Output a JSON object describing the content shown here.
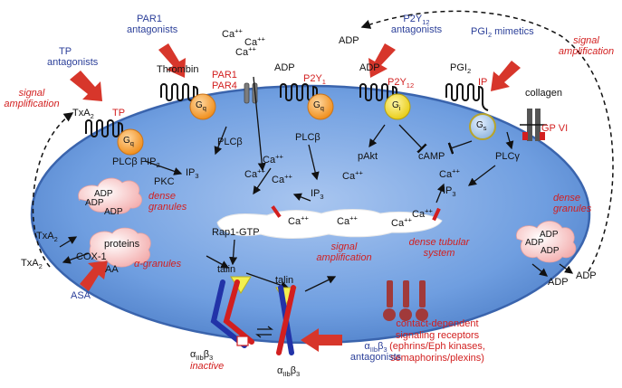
{
  "colors": {
    "cell": "#6a98dc",
    "cell_edge": "#3a64ad",
    "red_text": "#d21f1f",
    "blue_text": "#2b3f99",
    "arrow_red": "#d7362b",
    "gq": "#f5a23a",
    "gi": "#f3dc3a",
    "gs": "#a9c7e6"
  },
  "labels": {
    "tp_antagonists_1": "TP",
    "tp_antagonists_2": "antagonists",
    "par1_antagonists_1": "PAR1",
    "par1_antagonists_2": "antagonists",
    "p2y12_antagonists_1": "P2Y",
    "p2y12_antagonists_sub": "12",
    "p2y12_antagonists_2": "antagonists",
    "pgi2_mimetics_1": "PGI",
    "pgi2_mimetics_sub": "2",
    "pgi2_mimetics_2": " mimetics",
    "signal_amp_left_1": "signal",
    "signal_amp_left_2": "amplification",
    "signal_amp_right_1": "signal",
    "signal_amp_right_2": "amplification",
    "signal_amp_center_1": "signal",
    "signal_amp_center_2": "amplification",
    "adp_top": "ADP",
    "ca_top_1": "Ca",
    "ca_top_2": "Ca",
    "ca_top_3": "Ca",
    "ca_plus": "++",
    "thrombin": "Thrombin",
    "par1": "PAR1",
    "par4": "PAR4",
    "adp_p2y1": "ADP",
    "p2y1": "P2Y",
    "p2y1_sub": "1",
    "adp_p2y12": "ADP",
    "p2y12": "P2Y",
    "p2y12_sub": "12",
    "pgi2_label": "PGI",
    "pgi2_sub": "2",
    "ip": "IP",
    "collagen": "collagen",
    "gpvi": "GP VI",
    "txa2_top": "TxA",
    "txa2_sub": "2",
    "tp": "TP",
    "gq": "G",
    "gq_sub": "q",
    "gi": "G",
    "gi_sub": "i",
    "gs": "G",
    "gs_sub": "s",
    "plcb_left": "PLCβ",
    "plcb_mid": "PLCβ",
    "plcb_pip2": "PLCβ  PIP",
    "pip2_sub": "2",
    "ip3_left": "IP",
    "ip3_sub": "3",
    "pkc": "PKC",
    "ca_mid_1": "Ca",
    "ca_mid_2": "Ca",
    "ca_mid_3": "Ca",
    "ca_right": "Ca",
    "ip3_center": "IP",
    "ip3_right": "IP",
    "pakt": "pAkt",
    "camp": "cAMP",
    "plcg": "PLCγ",
    "ca_ip3r": "Ca",
    "adp_grp1": "ADP",
    "adp_grp2": "ADP",
    "adp_grp3": "ADP",
    "dense_granules_left_1": "dense",
    "dense_granules_left_2": "granules",
    "dense_granules_right_1": "dense",
    "dense_granules_right_2": "granules",
    "txa2_mid": "TxA",
    "cox1": "COX-1",
    "aa": "AA",
    "txa2_bottom": "TxA",
    "asa": "ASA",
    "proteins": "proteins",
    "alpha_granules": "α-granules",
    "rap1": "Rap1-GTP",
    "talin_left": "talin",
    "talin_right": "talin",
    "dts_ca1": "Ca",
    "dts_ca2": "Ca",
    "dts_ca3": "Ca",
    "dts_ca4": "Ca",
    "dts_1": "dense tubular",
    "dts_2": "system",
    "adp_right_1": "ADP",
    "adp_right_2": "ADP",
    "adp_right_3": "ADP",
    "adp_out": "ADP",
    "adp_out2": "ADP",
    "contact_1": "contact-dependent",
    "contact_2": "signaling receptors",
    "contact_3": "(ephrins/Eph kinases,",
    "contact_4": "semaphorins/plexins)",
    "aiib_antag_1": "α",
    "aiib_antag_sub1": "IIb",
    "aiib_antag_b": "β",
    "aiib_antag_sub2": "3",
    "aiib_antag_2": "antagonists",
    "aiib_inactive": "α",
    "aiib_inactive_sub1": "IIb",
    "aiib_inactive_b": "β",
    "aiib_inactive_sub2": "3",
    "inactive": "inactive",
    "aiib_active": "α",
    "aiib_active_sub1": "IIb",
    "aiib_active_b": "β",
    "aiib_active_sub2": "3"
  }
}
